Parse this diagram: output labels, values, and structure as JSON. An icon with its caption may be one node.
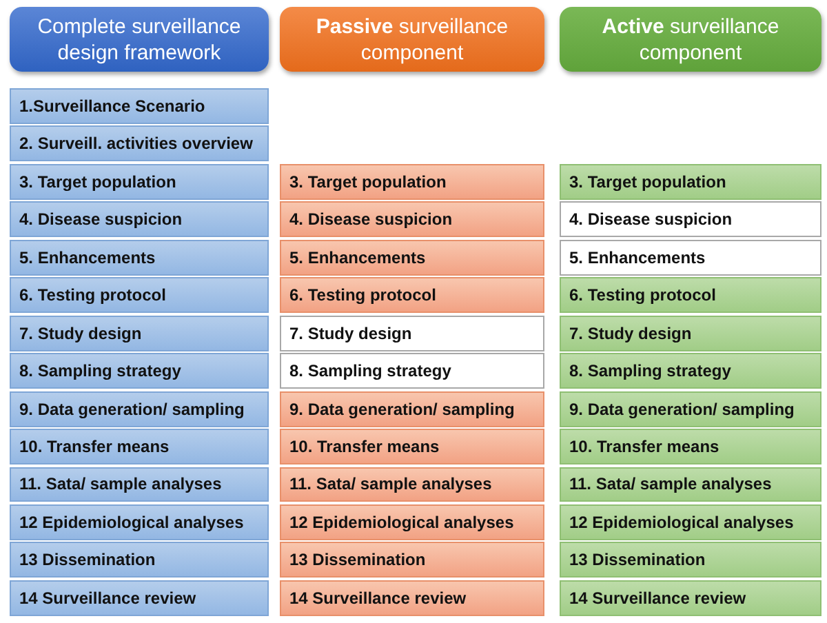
{
  "diagram": {
    "nodes": [
      {
        "text": [
          "Complete surveillance design framework"
        ]
      },
      {
        "text": [
          "**Passive** surveillance component"
        ]
      },
      {
        "text": [
          "**Active** surveillance component"
        ]
      },
      {
        "text": [
          "1.Surveillance Scenario"
        ]
      },
      {
        "text": [
          "2. Surveill. activities overview"
        ]
      },
      {
        "text": [
          "3. Target population"
        ]
      },
      {
        "text": [
          "4. Disease suspicion"
        ]
      },
      {
        "text": [
          "5. Enhancements"
        ]
      },
      {
        "text": [
          "6. Testing protocol"
        ]
      },
      {
        "text": [
          "7. Study design"
        ]
      },
      {
        "text": [
          "8. Sampling strategy"
        ]
      },
      {
        "text": [
          "9. Data generation/ sampling"
        ]
      },
      {
        "text": [
          "10. Transfer means"
        ]
      },
      {
        "text": [
          "11. Sata/ sample analyses"
        ]
      },
      {
        "text": [
          "12 Epidemiological analyses"
        ]
      },
      {
        "text": [
          "13 Dissemination"
        ]
      },
      {
        "text": [
          "14 Surveillance review"
        ]
      },
      {
        "text": [
          "3. Target population"
        ]
      },
      {
        "text": [
          "4. Disease suspicion"
        ]
      },
      {
        "text": [
          "5. Enhancements"
        ]
      },
      {
        "text": [
          "6. Testing protocol"
        ]
      },
      {
        "text": [
          "7. Study design"
        ]
      },
      {
        "text": [
          "8. Sampling strategy"
        ]
      },
      {
        "text": [
          "9. Data generation/ sampling"
        ]
      },
      {
        "text": [
          "10. Transfer means"
        ]
      },
      {
        "text": [
          "11. Sata/ sample analyses"
        ]
      },
      {
        "text": [
          "12 Epidemiological analyses"
        ]
      },
      {
        "text": [
          "13 Dissemination"
        ]
      },
      {
        "text": [
          "14 Surveillance review"
        ]
      },
      {
        "text": [
          "3. Target population"
        ]
      },
      {
        "text": [
          "4. Disease suspicion"
        ]
      },
      {
        "text": [
          "5. Enhancements"
        ]
      },
      {
        "text": [
          "6. Testing protocol"
        ]
      },
      {
        "text": [
          "7. Study design"
        ]
      },
      {
        "text": [
          "8. Sampling strategy"
        ]
      },
      {
        "text": [
          "9. Data generation/ sampling"
        ]
      },
      {
        "text": [
          "10. Transfer means"
        ]
      },
      {
        "text": [
          "11. Sata/ sample analyses"
        ]
      },
      {
        "text": [
          "12 Epidemiological analyses"
        ]
      },
      {
        "text": [
          "13 Dissemination"
        ]
      },
      {
        "text": [
          "14 Surveillance review"
        ]
      }
    ]
  }
}
